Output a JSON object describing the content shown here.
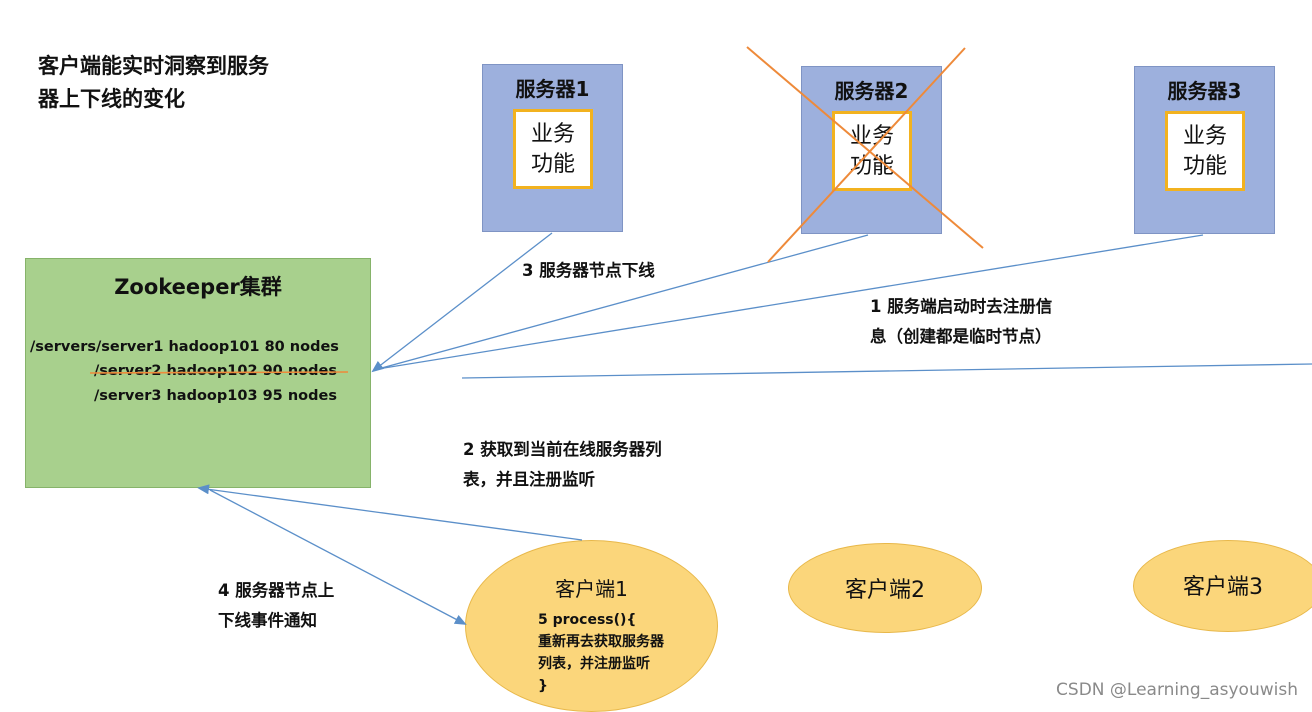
{
  "intro": {
    "line1": "客户端能实时洞察到服务",
    "line2": "器上下线的变化"
  },
  "servers": [
    {
      "label": "服务器1",
      "content": "业务\n功能",
      "offline": false
    },
    {
      "label": "服务器2",
      "content": "业务\n功能",
      "offline": true
    },
    {
      "label": "服务器3",
      "content": "业务\n功能",
      "offline": false
    }
  ],
  "zookeeper": {
    "title": "Zookeeper集群",
    "rows": [
      "/servers/server1  hadoop101  80 nodes",
      "/server2 hadoop102  90 nodes",
      "/server3 hadoop103  95 nodes"
    ]
  },
  "steps": {
    "step3": "3 服务器节点下线",
    "step1_line1": "1  服务端启动时去注册信",
    "step1_line2": "息（创建都是临时节点）",
    "step2_line1": "2  获取到当前在线服务器列",
    "step2_line2": "表，并且注册监听",
    "step4_line1": "4  服务器节点上",
    "step4_line2": "下线事件通知"
  },
  "clients": [
    {
      "label": "客户端1"
    },
    {
      "label": "客户端2"
    },
    {
      "label": "客户端3"
    }
  ],
  "process_code": [
    "5 process(){",
    "重新再去获取服务器",
    "列表，并注册监听",
    "}"
  ],
  "watermark": "CSDN @Learning_asyouwish",
  "colors": {
    "server_fill": "#9db0dd",
    "business_border": "#f2b21f",
    "zookeeper_fill": "#a8d08d",
    "client_fill": "#fbd67b",
    "arrow": "#5b8fc9",
    "cross": "#ee8a3a"
  }
}
